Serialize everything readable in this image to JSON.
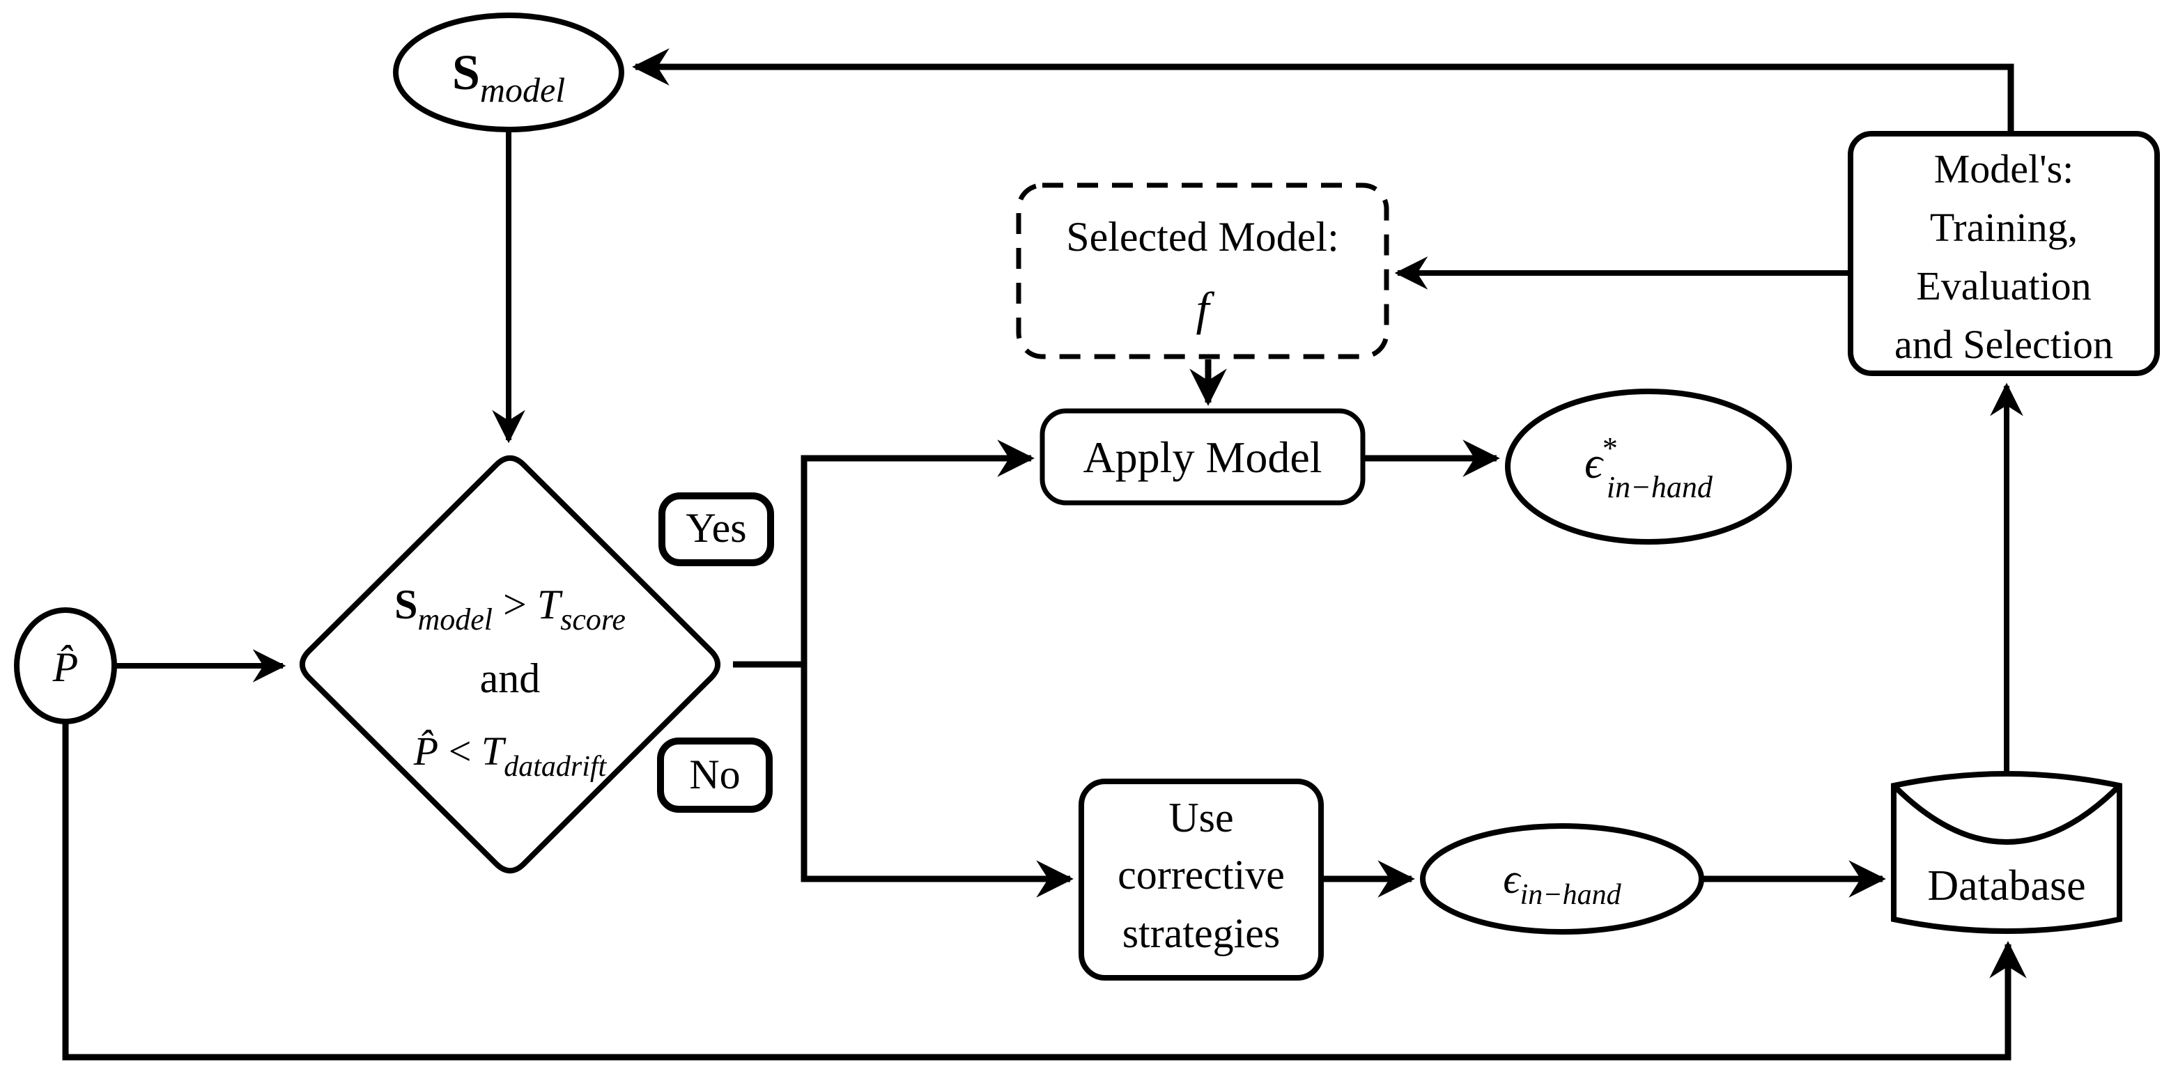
{
  "figure": {
    "type": "flowchart",
    "background_color": "#ffffff",
    "line_color": "#000000"
  },
  "nodes": {
    "s_model": {
      "shape": "ellipse",
      "base": "S",
      "sub": "model"
    },
    "p_hat": {
      "shape": "ellipse",
      "label": "P̂"
    },
    "decision": {
      "shape": "diamond",
      "line1_s": "S",
      "line1_s_sub": "model",
      "line1_op": " > ",
      "line1_t": "T",
      "line1_t_sub": "score",
      "line2": "and",
      "line3_p": "P̂",
      "line3_op": " < ",
      "line3_t": "T",
      "line3_t_sub": "datadrift"
    },
    "yes_badge": {
      "shape": "rounded-rect",
      "label": "Yes"
    },
    "no_badge": {
      "shape": "rounded-rect",
      "label": "No"
    },
    "selected_model": {
      "shape": "dashed-rounded-rect",
      "title": "Selected Model:",
      "symbol": "f"
    },
    "apply_model": {
      "shape": "rounded-rect",
      "label": "Apply Model"
    },
    "epsilon_star": {
      "shape": "ellipse",
      "base": "ϵ",
      "sup": "*",
      "sub": "in−hand"
    },
    "use_corrective": {
      "shape": "rounded-rect",
      "line1": "Use",
      "line2": "corrective",
      "line3": "strategies"
    },
    "epsilon": {
      "shape": "ellipse",
      "base": "ϵ",
      "sub": "in−hand"
    },
    "database": {
      "shape": "cylinder",
      "label": "Database"
    },
    "models_box": {
      "shape": "rounded-rect",
      "line1": "Model's:",
      "line2": "Training,",
      "line3": "Evaluation",
      "line4": "and Selection"
    }
  }
}
